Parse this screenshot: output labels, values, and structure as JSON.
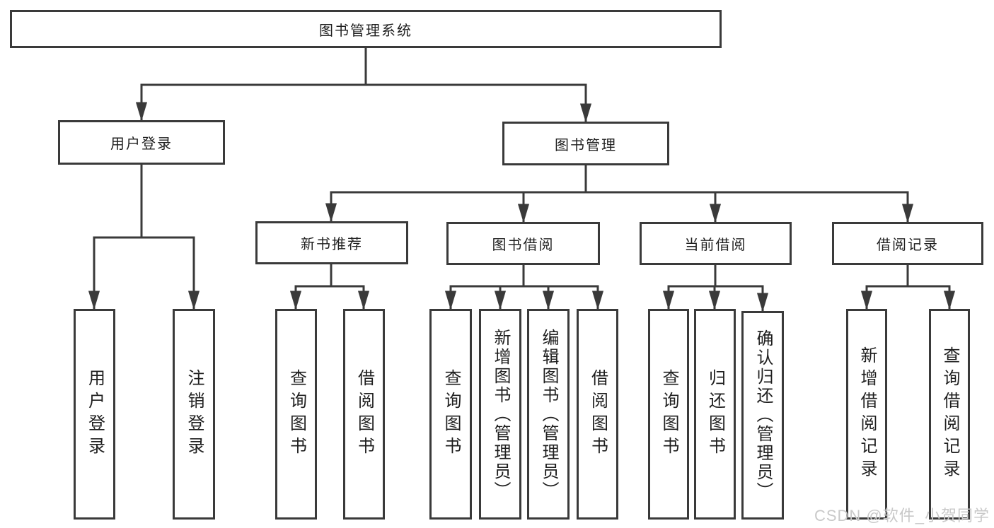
{
  "diagram": {
    "root": {
      "label": "图书管理系统"
    },
    "branches": [
      {
        "label": "用户登录",
        "children": [
          "用户登录",
          "注销登录"
        ]
      },
      {
        "label": "图书管理",
        "children": [
          {
            "label": "新书推荐",
            "children": [
              "查询图书",
              "借阅图书"
            ]
          },
          {
            "label": "图书借阅",
            "children": [
              "查询图书",
              "新增图书（管理员）",
              "编辑图书（管理员）",
              "借阅图书"
            ]
          },
          {
            "label": "当前借阅",
            "children": [
              "查询图书",
              "归还图书",
              "确认归还（管理员）"
            ]
          },
          {
            "label": "借阅记录",
            "children": [
              "新增借阅记录",
              "查询借阅记录"
            ]
          }
        ]
      }
    ]
  },
  "watermark": {
    "text": "CSDN @软件_小贺同学"
  },
  "colors": {
    "line": "#3a3a3a",
    "box_border": "#3a3a3a",
    "text": "#1f1f1f",
    "watermark": "#c9c9c9",
    "background": "#ffffff"
  }
}
